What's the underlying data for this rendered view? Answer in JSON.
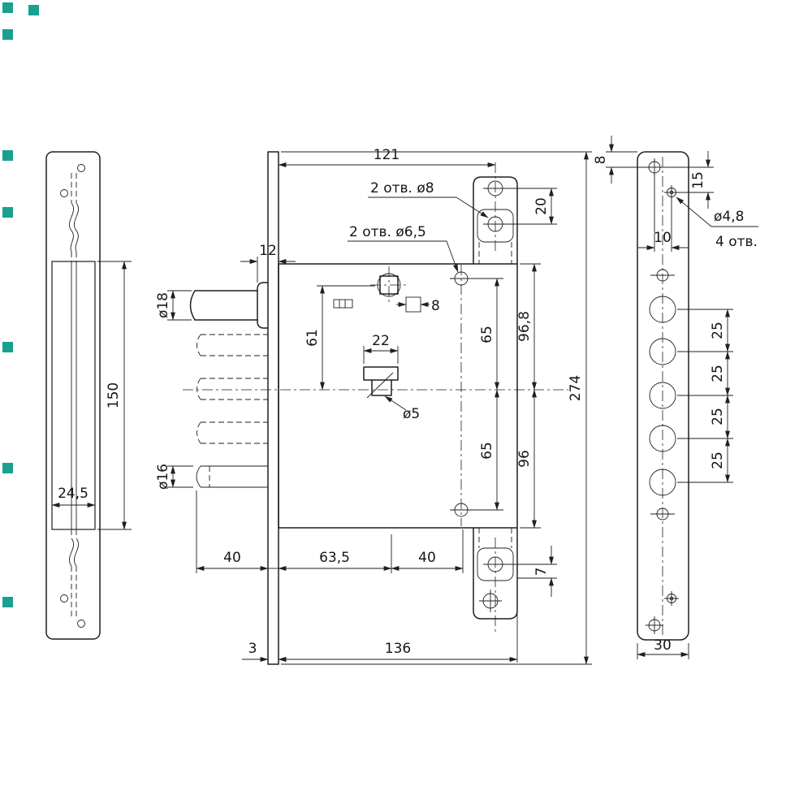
{
  "colors": {
    "background": "#ffffff",
    "line": "#1f1f1f",
    "accent_square": "#19a090"
  },
  "left_view": {
    "dim_150": "150",
    "dim_24_5": "24,5"
  },
  "front_view": {
    "dim_121": "121",
    "note_holes_d8": "2 отв. ø8",
    "note_holes_d6_5": "2 отв. ø6,5",
    "dim_12": "12",
    "dim_d18": "ø18",
    "dim_d16": "ø16",
    "dim_61": "61",
    "dim_square_8": "8",
    "dim_22": "22",
    "note_d5": "ø5",
    "dim_65_upper": "65",
    "dim_65_lower": "65",
    "dim_96_8": "96,8",
    "dim_96": "96",
    "dim_20": "20",
    "dim_7": "7",
    "dim_40_left": "40",
    "dim_63_5": "63,5",
    "dim_40_right": "40",
    "dim_3": "3",
    "dim_136": "136",
    "dim_274": "274"
  },
  "strike_plate_view": {
    "dim_8": "8",
    "dim_15": "15",
    "note_d4_8": "ø4,8",
    "note_4_holes": "4 отв.",
    "dim_10": "10",
    "dim_25_1": "25",
    "dim_25_2": "25",
    "dim_25_3": "25",
    "dim_25_4": "25",
    "dim_30": "30"
  }
}
